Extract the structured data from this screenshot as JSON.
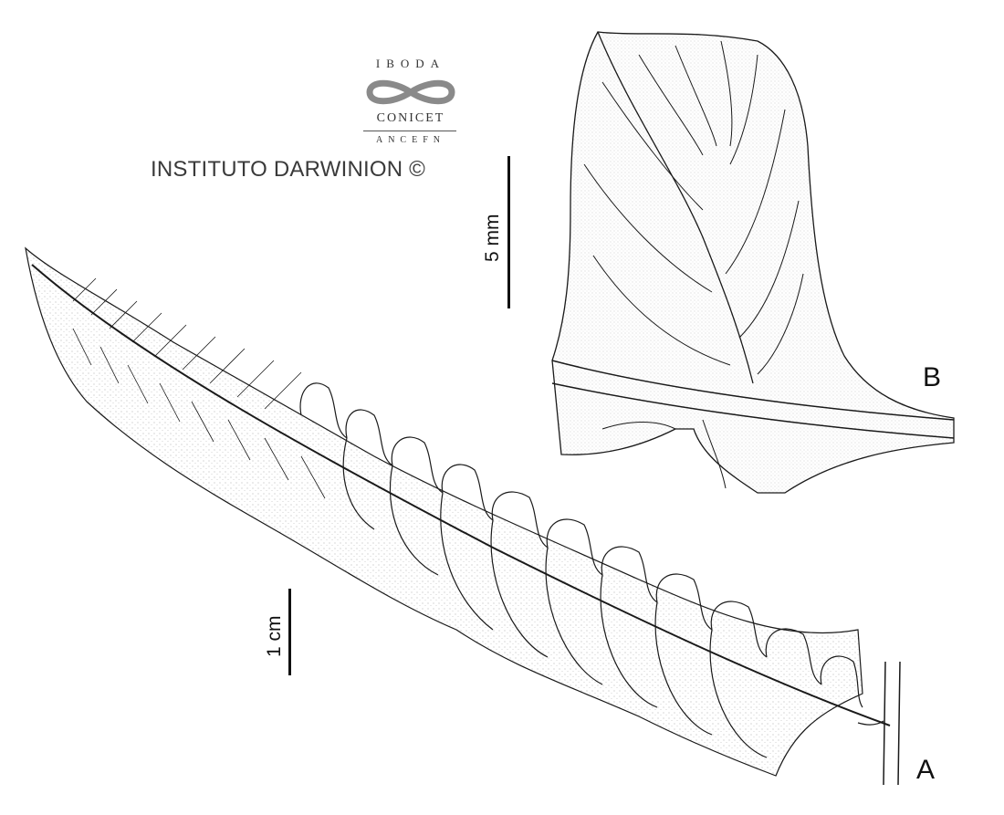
{
  "logo": {
    "top_text": "IBODA",
    "middle_text": "CONICET",
    "bottom_text": "ANCEFN",
    "colors": {
      "mark": "#8a8a8a"
    }
  },
  "institute_text": "INSTITUTO DARWINION ©",
  "scale_bars": {
    "detail_label": "5 mm",
    "frond_label": "1 cm"
  },
  "panels": {
    "frond": "A",
    "detail": "B"
  },
  "colors": {
    "ink": "#1a1a1a",
    "stipple": "#9a9a9a"
  }
}
